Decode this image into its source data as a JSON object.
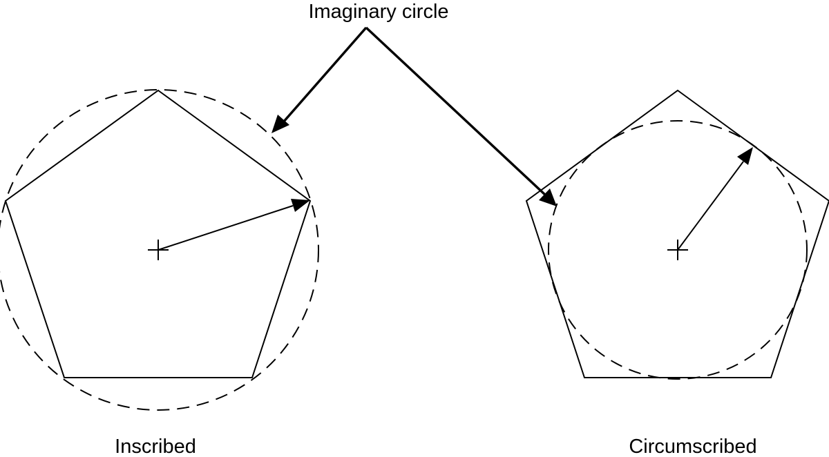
{
  "callout": {
    "label": "Imaginary circle"
  },
  "figures": {
    "inscribed": {
      "label": "Inscribed"
    },
    "circumscribed": {
      "label": "Circumscribed"
    }
  },
  "colors": {
    "line": "#000000",
    "background": "#ffffff"
  }
}
